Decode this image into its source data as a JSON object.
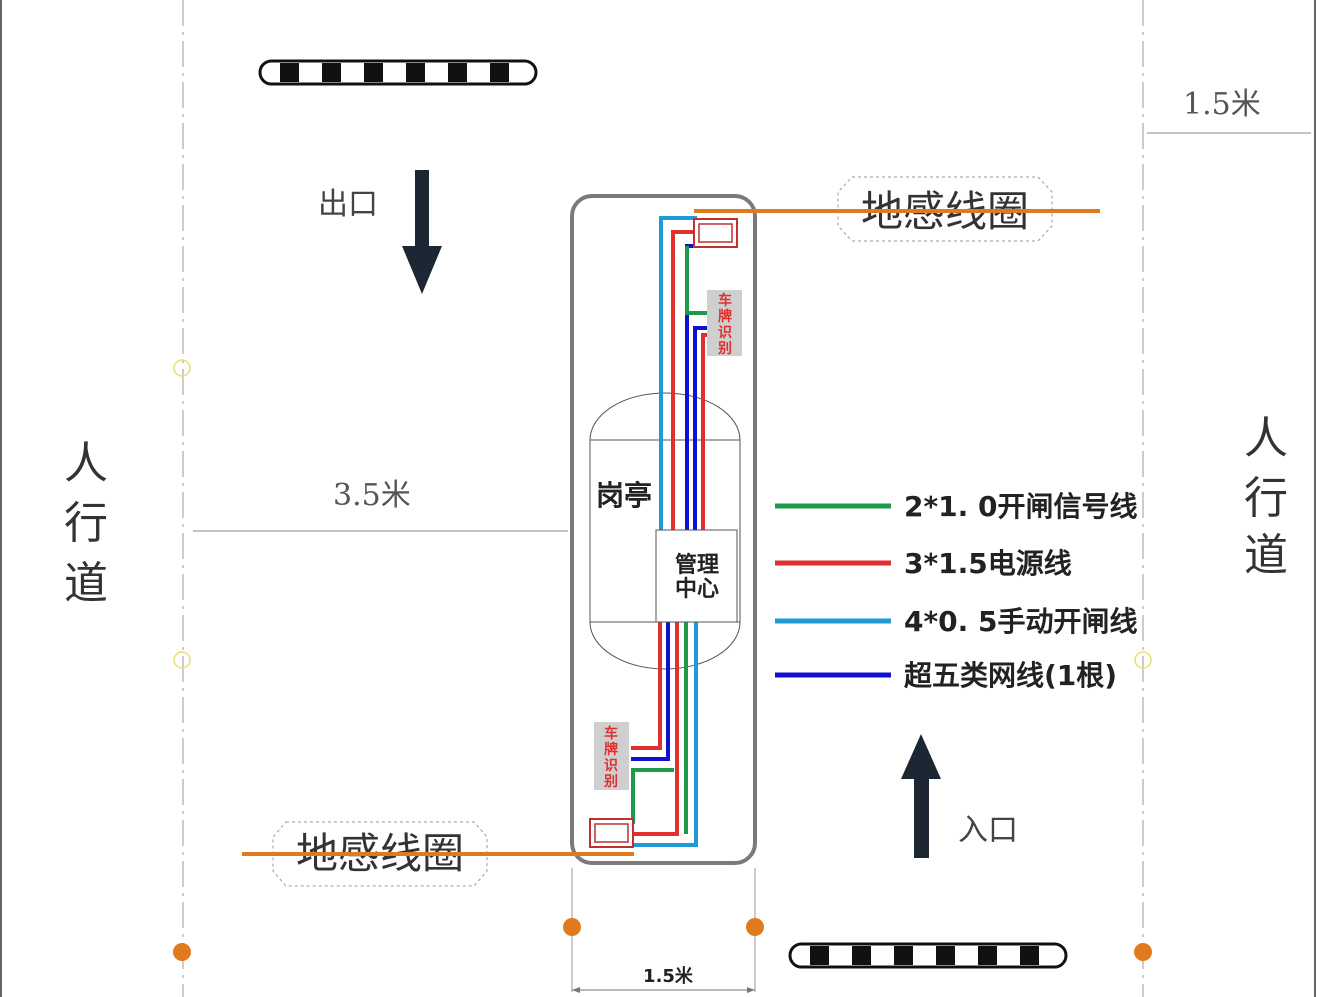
{
  "labels": {
    "exit": "出口",
    "entrance": "入口",
    "sidewalk_left": "人行道",
    "sidewalk_right": "人行道",
    "loop_top": "地感线圈",
    "loop_bottom": "地感线圈",
    "width_left": "3.5米",
    "width_right_top": "1.5米",
    "width_bottom": "1.5米",
    "booth": "岗亭",
    "mgmt_line1": "管理",
    "mgmt_line2": "中心",
    "plate_top": "车牌识别",
    "plate_bottom": "车牌识别"
  },
  "legend": [
    {
      "label": "2*1. 0开闸信号线",
      "color": "#1a9a4a"
    },
    {
      "label": "3*1.5电源线",
      "color": "#e03030"
    },
    {
      "label": "4*0. 5手动开闸线",
      "color": "#1e9bd7"
    },
    {
      "label": "超五类网线(1根)",
      "color": "#1010d0"
    }
  ],
  "colors": {
    "loop": "#e07a1f",
    "node": "#e07a1f",
    "island": "#7a7a7a",
    "arrow": "#1c2733",
    "plate_bg": "#cfcfcf",
    "plate_text": "#e03030"
  }
}
